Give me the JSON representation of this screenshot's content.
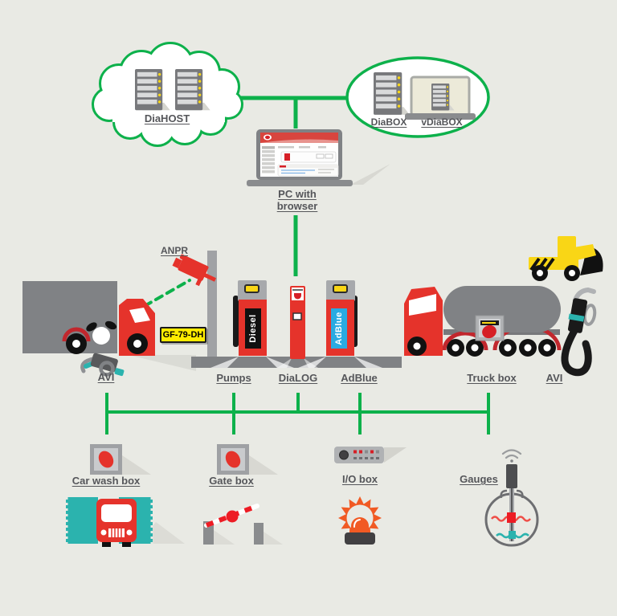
{
  "cloud": {
    "label": "DiaHOST"
  },
  "oval": {
    "diabox_label": "DiaBOX",
    "vdiabox_label": "vDiaBOX"
  },
  "pc": {
    "label_line1": "PC with",
    "label_line2": "browser"
  },
  "anpr_label": "ANPR",
  "license_plate": "GF-79-DH",
  "pumps": {
    "diesel_label": "Diesel",
    "adblue_label": "AdBlue"
  },
  "row_labels": {
    "avi_left": "AVI",
    "pumps": "Pumps",
    "dialog": "DiaLOG",
    "adblue": "AdBlue",
    "truck_box": "Truck box",
    "avi_right": "AVI"
  },
  "bottom_labels": {
    "car_wash_box": "Car wash box",
    "gate_box": "Gate box",
    "io_box": "I/O box",
    "gauges": "Gauges"
  },
  "icons": [
    "cloud-icon",
    "server-icon",
    "laptop-icon",
    "camera-icon",
    "truck-icon",
    "tanker-truck-icon",
    "fuel-pump-icon",
    "terminal-icon",
    "fuel-nozzle-icon",
    "wheel-loader-icon",
    "control-box-icon",
    "io-module-icon",
    "level-gauge-icon",
    "car-wash-icon",
    "barrier-gate-icon",
    "alarm-beacon-icon",
    "wifi-antenna-icon",
    "tank-probe-icon"
  ],
  "colors": {
    "background": "#e9eae4",
    "green_line": "#0db14b",
    "red": "#e5332b",
    "logo_red": "#d61f26",
    "teal": "#2bb3ae",
    "gray": "#808285",
    "light_gray": "#a7a9ac",
    "yellow": "#f9d616",
    "plate_yellow": "#ffec00",
    "adblue_blue": "#29abe2",
    "orange": "#f15a24",
    "label_text": "#55565a"
  }
}
